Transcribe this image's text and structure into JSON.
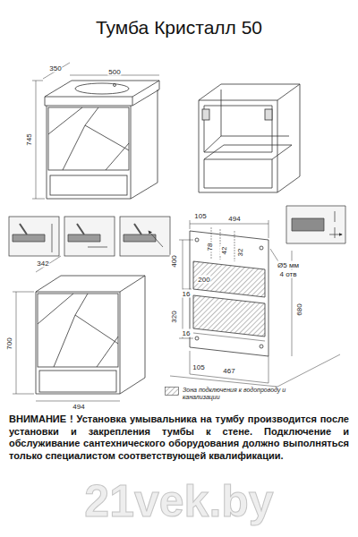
{
  "diagram": {
    "title": "Тумба Кристалл 50",
    "caption": "ВНИМАНИЕ ! Установка умывальника на тумбу производится после установки и закрепления тумбы к стене. Подключение и обслуживание сантехнического оборудования должно выполняться только специалистом соответствующей квалификации.",
    "labels": [
      "350",
      "500",
      "745",
      "105",
      "494",
      "78",
      "42",
      "32",
      "400",
      "200",
      "16",
      "320",
      "16",
      "467",
      "Ø5 мм",
      "4 отв",
      "680",
      "105",
      "342",
      "700",
      "494",
      "21vek.by"
    ],
    "legend": [
      {
        "text": "Зона подключения к водопроводу и канализации"
      }
    ]
  }
}
